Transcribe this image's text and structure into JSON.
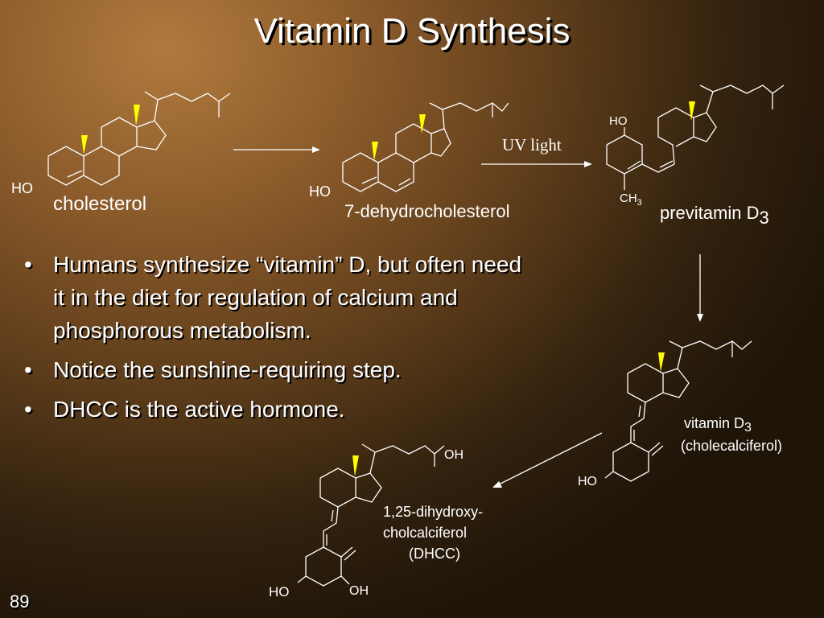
{
  "title": "Vitamin D Synthesis",
  "compounds": {
    "cholesterol": {
      "name": "cholesterol",
      "ho": "HO"
    },
    "dehydro": {
      "name": "7-dehydrocholesterol",
      "ho": "HO"
    },
    "uv": "UV light",
    "previtamin": {
      "name": "previtamin D",
      "sub": "3",
      "ho": "HO",
      "ch": "CH",
      "ch_sub": "3"
    },
    "vitd3": {
      "name": "vitamin D",
      "sub": "3",
      "alt": "(cholecalciferol)",
      "ho": "HO"
    },
    "dhcc": {
      "line1": "1,25-dihydroxy-",
      "line2": "cholcalciferol",
      "line3": "(DHCC)",
      "ho": "HO",
      "oh_ring": "OH",
      "oh_chain": "OH"
    }
  },
  "bullets": [
    {
      "mark": "•",
      "text": "Humans synthesize “vitamin” D, but often need it in the diet for regulation of calcium and phosphorous metabolism."
    },
    {
      "mark": "•",
      "text": "Notice the sunshine-requiring step."
    },
    {
      "mark": "•",
      "text": "DHCC is the active hormone."
    }
  ],
  "page_number": "89",
  "colors": {
    "text": "#ffffff",
    "wedge": "#ffff00",
    "shadow": "#000000"
  }
}
